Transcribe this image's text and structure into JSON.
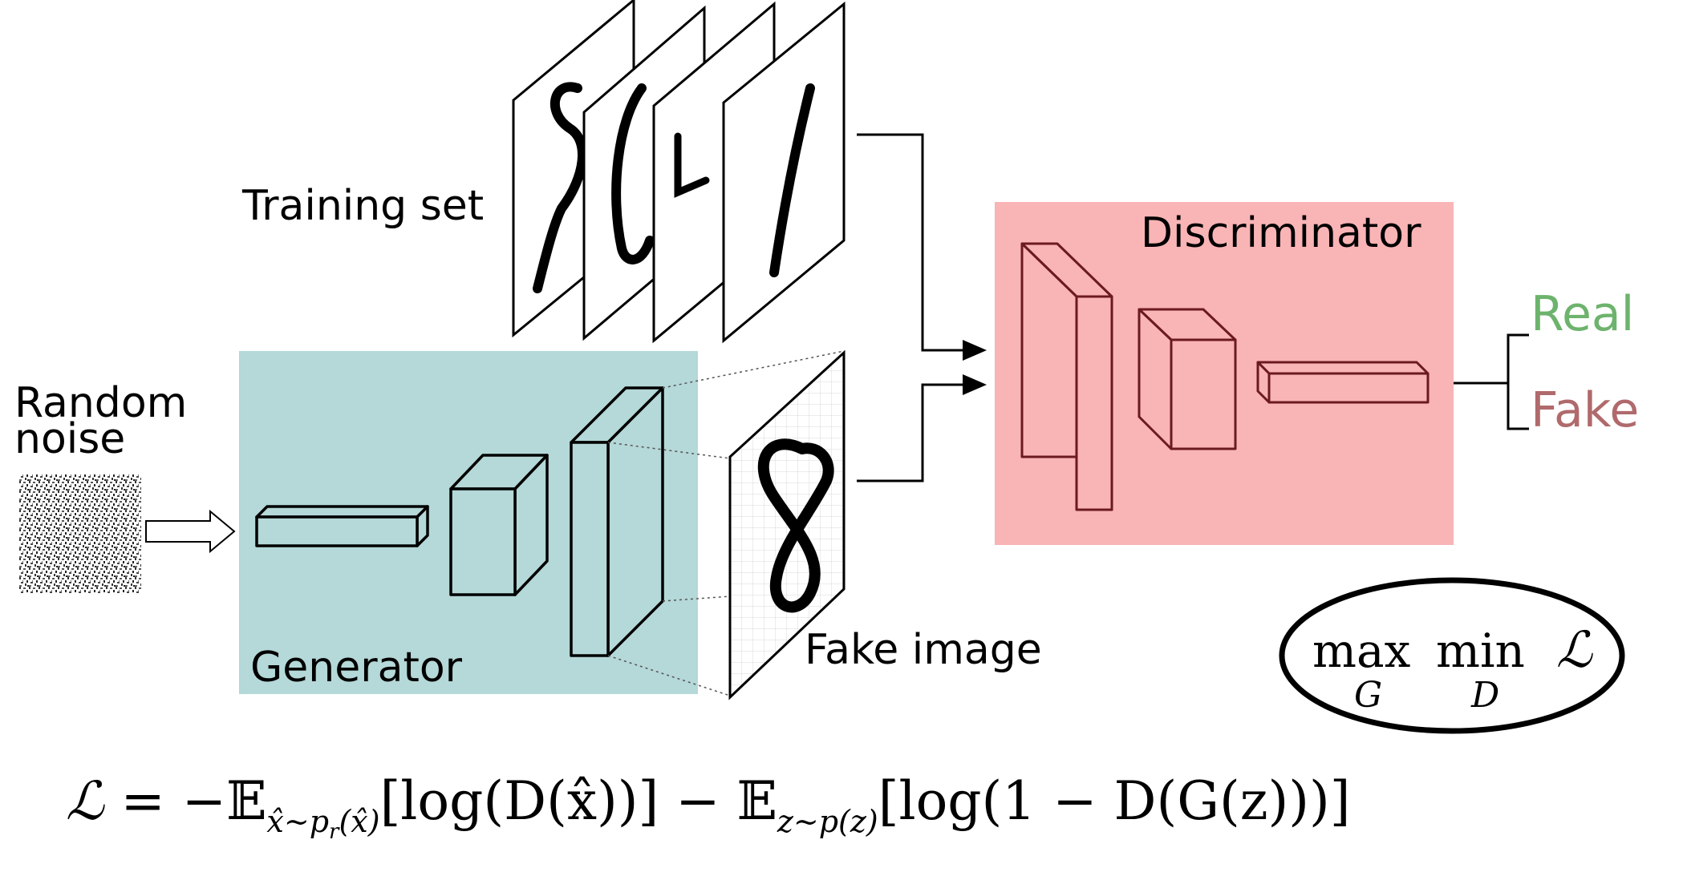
{
  "labels": {
    "training_set": "Training set",
    "random_noise_line1": "Random",
    "random_noise_line2": "noise",
    "generator": "Generator",
    "fake_image": "Fake image",
    "discriminator": "Discriminator",
    "real": "Real",
    "fake": "Fake"
  },
  "objective": {
    "max": "max",
    "min": "min",
    "max_sub": "G",
    "min_sub": "D",
    "loss_symbol": "ℒ"
  },
  "loss_formula": {
    "lhs": "ℒ",
    "eq": " = −",
    "e1": "𝔼",
    "e1_sub": "x̂∼p",
    "e1_sub_r": "r",
    "e1_sub_end": "(x̂)",
    "term1": "[log(D(x̂))] − ",
    "e2": "𝔼",
    "e2_sub": "z∼p(z)",
    "term2": "[log(1 − D(G(z)))]"
  },
  "colors": {
    "generator_bg": "#b5d8d8",
    "discriminator_bg": "#f9b4b6",
    "discriminator_stroke": "#6b1a1f",
    "real": "#6db36d",
    "fake": "#b06a6c",
    "line": "#000000"
  }
}
